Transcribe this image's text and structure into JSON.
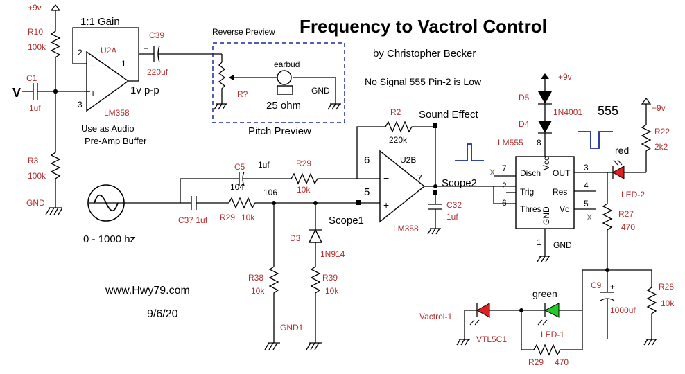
{
  "title": "Frequency to Vactrol Control",
  "author": "by Christopher Becker",
  "note": "No Signal 555 Pin-2 is Low",
  "labels": {
    "vcc_left": "+9v",
    "vcc_555": "+9v",
    "vcc_right": "+9v",
    "input_v": "V",
    "gnd": "GND",
    "gnd1": "GND1",
    "gain": "1:1 Gain",
    "vpp": "1v p-p",
    "buffer_line1": "Use as Audio",
    "buffer_line2": "Pre-Amp Buffer",
    "reverse_preview": "Reverse Preview",
    "pitch_preview": "Pitch Preview",
    "earbud": "earbud",
    "earbud_ohm": "25 ohm",
    "freq_range": "0 - 1000 hz",
    "code_104": "104",
    "code_106": "106",
    "scope1": "Scope1",
    "scope2": "Scope2",
    "sound_effect": "Sound Effect",
    "nc": "X",
    "timer": "555",
    "red": "red",
    "green": "green",
    "vactrol": "Vactrol-1"
  },
  "pins": {
    "u2a_minus": "2",
    "u2a_plus": "3",
    "u2a_out": "1",
    "u2b_minus": "6",
    "u2b_plus": "5",
    "u2b_out": "7"
  },
  "components": {
    "R10": {
      "name": "R10",
      "value": "100k"
    },
    "R3": {
      "name": "R3",
      "value": "100k"
    },
    "C1": {
      "name": "C1",
      "value": "1uf"
    },
    "U2A": {
      "name": "U2A",
      "part": "LM358"
    },
    "C39": {
      "name": "C39",
      "value": "220uf"
    },
    "Rpot": {
      "name": "R?"
    },
    "C37": {
      "name_value": "C37  1uf"
    },
    "R29_lower": {
      "name": "R29",
      "value": "10k"
    },
    "C5": {
      "name": "C5",
      "value": "1uf"
    },
    "R29_upper": {
      "name": "R29",
      "value": "10k"
    },
    "R38": {
      "name": "R38",
      "value": "10k"
    },
    "D3": {
      "name": "D3",
      "part": "1N914"
    },
    "R39": {
      "name": "R39",
      "value": "10k"
    },
    "U2B": {
      "name": "U2B",
      "part": "LM358"
    },
    "R2": {
      "name": "R2",
      "value": "220k"
    },
    "C32": {
      "name": "C32",
      "value": "1uf"
    },
    "D5": {
      "name": "D5",
      "part": "1N4001"
    },
    "D4": {
      "name": "D4"
    },
    "LED2": {
      "name": "LED-2"
    },
    "R22": {
      "name": "R22",
      "value": "2k2"
    },
    "R27": {
      "name": "R27",
      "value": "470"
    },
    "C9": {
      "name": "C9",
      "value": "1000uf"
    },
    "R28": {
      "name": "R28",
      "value": "10k"
    },
    "LED1": {
      "name": "LED-1"
    },
    "R29_470": {
      "name": "R29",
      "value": "470"
    },
    "VTL5C1": {
      "name": "VTL5C1"
    }
  },
  "ic555": {
    "part": "LM555",
    "disch": "Disch",
    "trig": "Trig",
    "thres": "Thres",
    "out": "OUT",
    "res": "Res",
    "vc": "Vc",
    "vcc": "Vcc",
    "gnd": "GND",
    "pin1": "1",
    "pin2": "2",
    "pin3": "3",
    "pin4": "4",
    "pin5": "5",
    "pin6": "6",
    "pin7": "7",
    "pin8": "8"
  },
  "footer": {
    "website": "www.Hwy79.com",
    "date": "9/6/20"
  }
}
